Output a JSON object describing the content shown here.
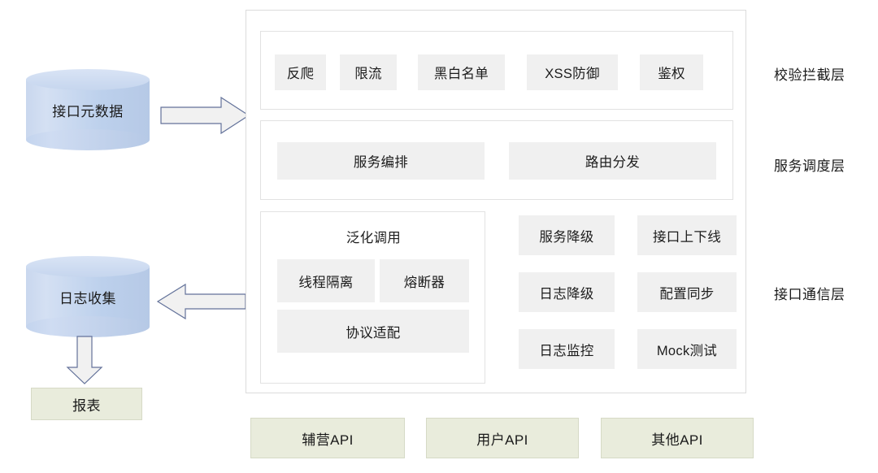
{
  "diagram": {
    "sources": [
      {
        "id": "meta",
        "label": "接口元数据",
        "shape": "cylinder"
      },
      {
        "id": "logs",
        "label": "日志收集",
        "shape": "cylinder"
      }
    ],
    "report_box": {
      "label": "报表"
    },
    "layers": [
      {
        "id": "validation",
        "name": "校验拦截层",
        "items": [
          "反爬",
          "限流",
          "黑白名单",
          "XSS防御",
          "鉴权"
        ]
      },
      {
        "id": "scheduling",
        "name": "服务调度层",
        "items": [
          "服务编排",
          "路由分发"
        ]
      },
      {
        "id": "communication",
        "name": "接口通信层",
        "panel_title": "泛化调用",
        "panel_items": [
          "线程隔离",
          "熔断器",
          "协议适配"
        ],
        "grid_items": [
          "服务降级",
          "接口上下线",
          "日志降级",
          "配置同步",
          "日志监控",
          "Mock测试"
        ]
      }
    ],
    "api_boxes": [
      "辅营API",
      "用户API",
      "其他API"
    ],
    "arrows": [
      {
        "id": "meta-to-stack",
        "direction": "right"
      },
      {
        "id": "stack-to-logs",
        "direction": "left"
      },
      {
        "id": "logs-to-report",
        "direction": "down"
      }
    ],
    "colors": {
      "cylinder_fill": "#c3d4ee",
      "cylinder_top": "#d9e4f5",
      "chip_fill": "#f0f0f0",
      "green_fill": "#e9ecdc",
      "green_border": "#d6dac6",
      "container_border": "#dcdcdc",
      "arrow_fill": "#f1f1f1",
      "arrow_stroke": "#63729a",
      "background": "#ffffff"
    }
  }
}
